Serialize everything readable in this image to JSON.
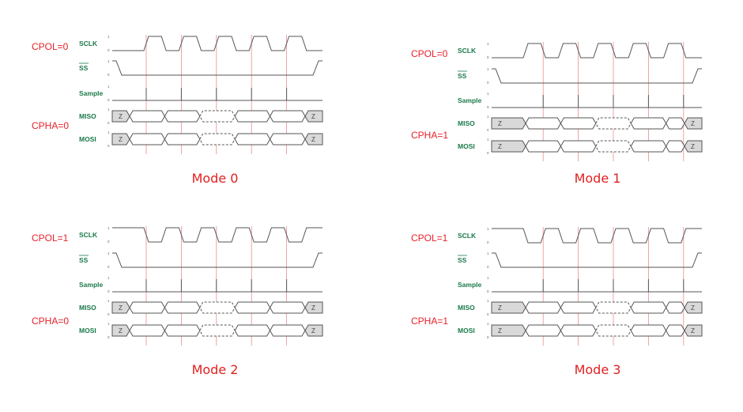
{
  "colors": {
    "polarity_label": "#e8202a",
    "signal_label": "#1a7a4a",
    "mode_title": "#e02020",
    "waveform": "#555555",
    "sample_marker": "#e89090",
    "z_fill": "#d9d9d9"
  },
  "panels": [
    {
      "title": "Mode 0",
      "cpol_label": "CPOL=0",
      "cpha_label": "CPHA=0",
      "signals": [
        "SCLK",
        "SS",
        "Sample",
        "MISO",
        "MOSI"
      ],
      "levels": [
        "1",
        "0"
      ],
      "z": "Z"
    },
    {
      "title": "Mode 1",
      "cpol_label": "CPOL=0",
      "cpha_label": "CPHA=1",
      "signals": [
        "SCLK",
        "SS",
        "Sample",
        "MISO",
        "MOSI"
      ],
      "levels": [
        "1",
        "0"
      ],
      "z": "Z"
    },
    {
      "title": "Mode 2",
      "cpol_label": "CPOL=1",
      "cpha_label": "CPHA=0",
      "signals": [
        "SCLK",
        "SS",
        "Sample",
        "MISO",
        "MOSI"
      ],
      "levels": [
        "1",
        "0"
      ],
      "z": "Z"
    },
    {
      "title": "Mode 3",
      "cpol_label": "CPOL=1",
      "cpha_label": "CPHA=1",
      "signals": [
        "SCLK",
        "SS",
        "Sample",
        "MISO",
        "MOSI"
      ],
      "levels": [
        "1",
        "0"
      ],
      "z": "Z"
    }
  ]
}
